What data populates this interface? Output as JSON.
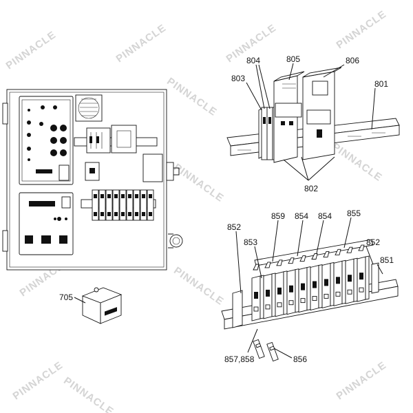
{
  "watermark": {
    "text": "PINNACLE"
  },
  "callouts": {
    "c705": "705",
    "c801": "801",
    "c802": "802",
    "c803": "803",
    "c804": "804",
    "c805": "805",
    "c806": "806",
    "c851": "851",
    "c852a": "852",
    "c852b": "852",
    "c853": "853",
    "c854a": "854",
    "c854b": "854",
    "c855": "855",
    "c856": "856",
    "c857": "857,858",
    "c859": "859"
  }
}
